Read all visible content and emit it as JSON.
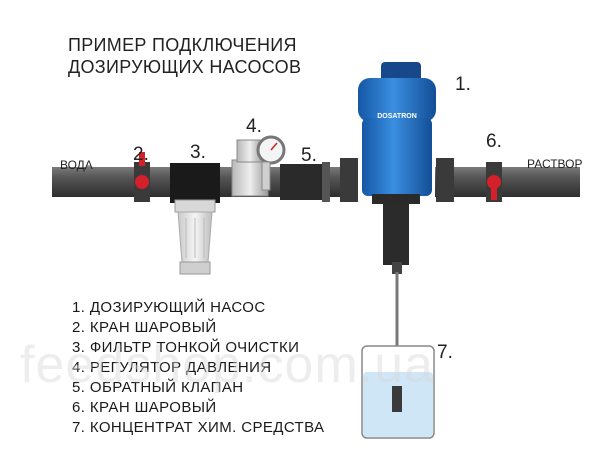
{
  "title": {
    "line1": "ПРИМЕР ПОДКЛЮЧЕНИЯ",
    "line2": "ДОЗИРУЮЩИХ НАСОСОВ"
  },
  "labels": {
    "inlet": "ВОДА",
    "outlet": "РАСТВОР",
    "n1": "1.",
    "n2": "2.",
    "n3": "3.",
    "n4": "4.",
    "n5": "5.",
    "n6": "6.",
    "n7": "7.",
    "brand": "DOSATRON"
  },
  "legend": [
    "1. ДОЗИРУЮЩИЙ НАСОС",
    "2. КРАН ШАРОВЫЙ",
    "3. ФИЛЬТР ТОНКОЙ ОЧИСТКИ",
    "4. РЕГУЛЯТОР ДАВЛЕНИЯ",
    "5. ОБРАТНЫЙ КЛАПАН",
    "6. КРАН ШАРОВЫЙ",
    "7. КОНЦЕНТРАТ ХИМ. СРЕДСТВА"
  ],
  "watermark": "feedshop.com.ua",
  "colors": {
    "pipe": "#4a4a4a",
    "pump": "#1e73c8",
    "valve": "#d4202a",
    "liquid": "#cfe6f7"
  }
}
